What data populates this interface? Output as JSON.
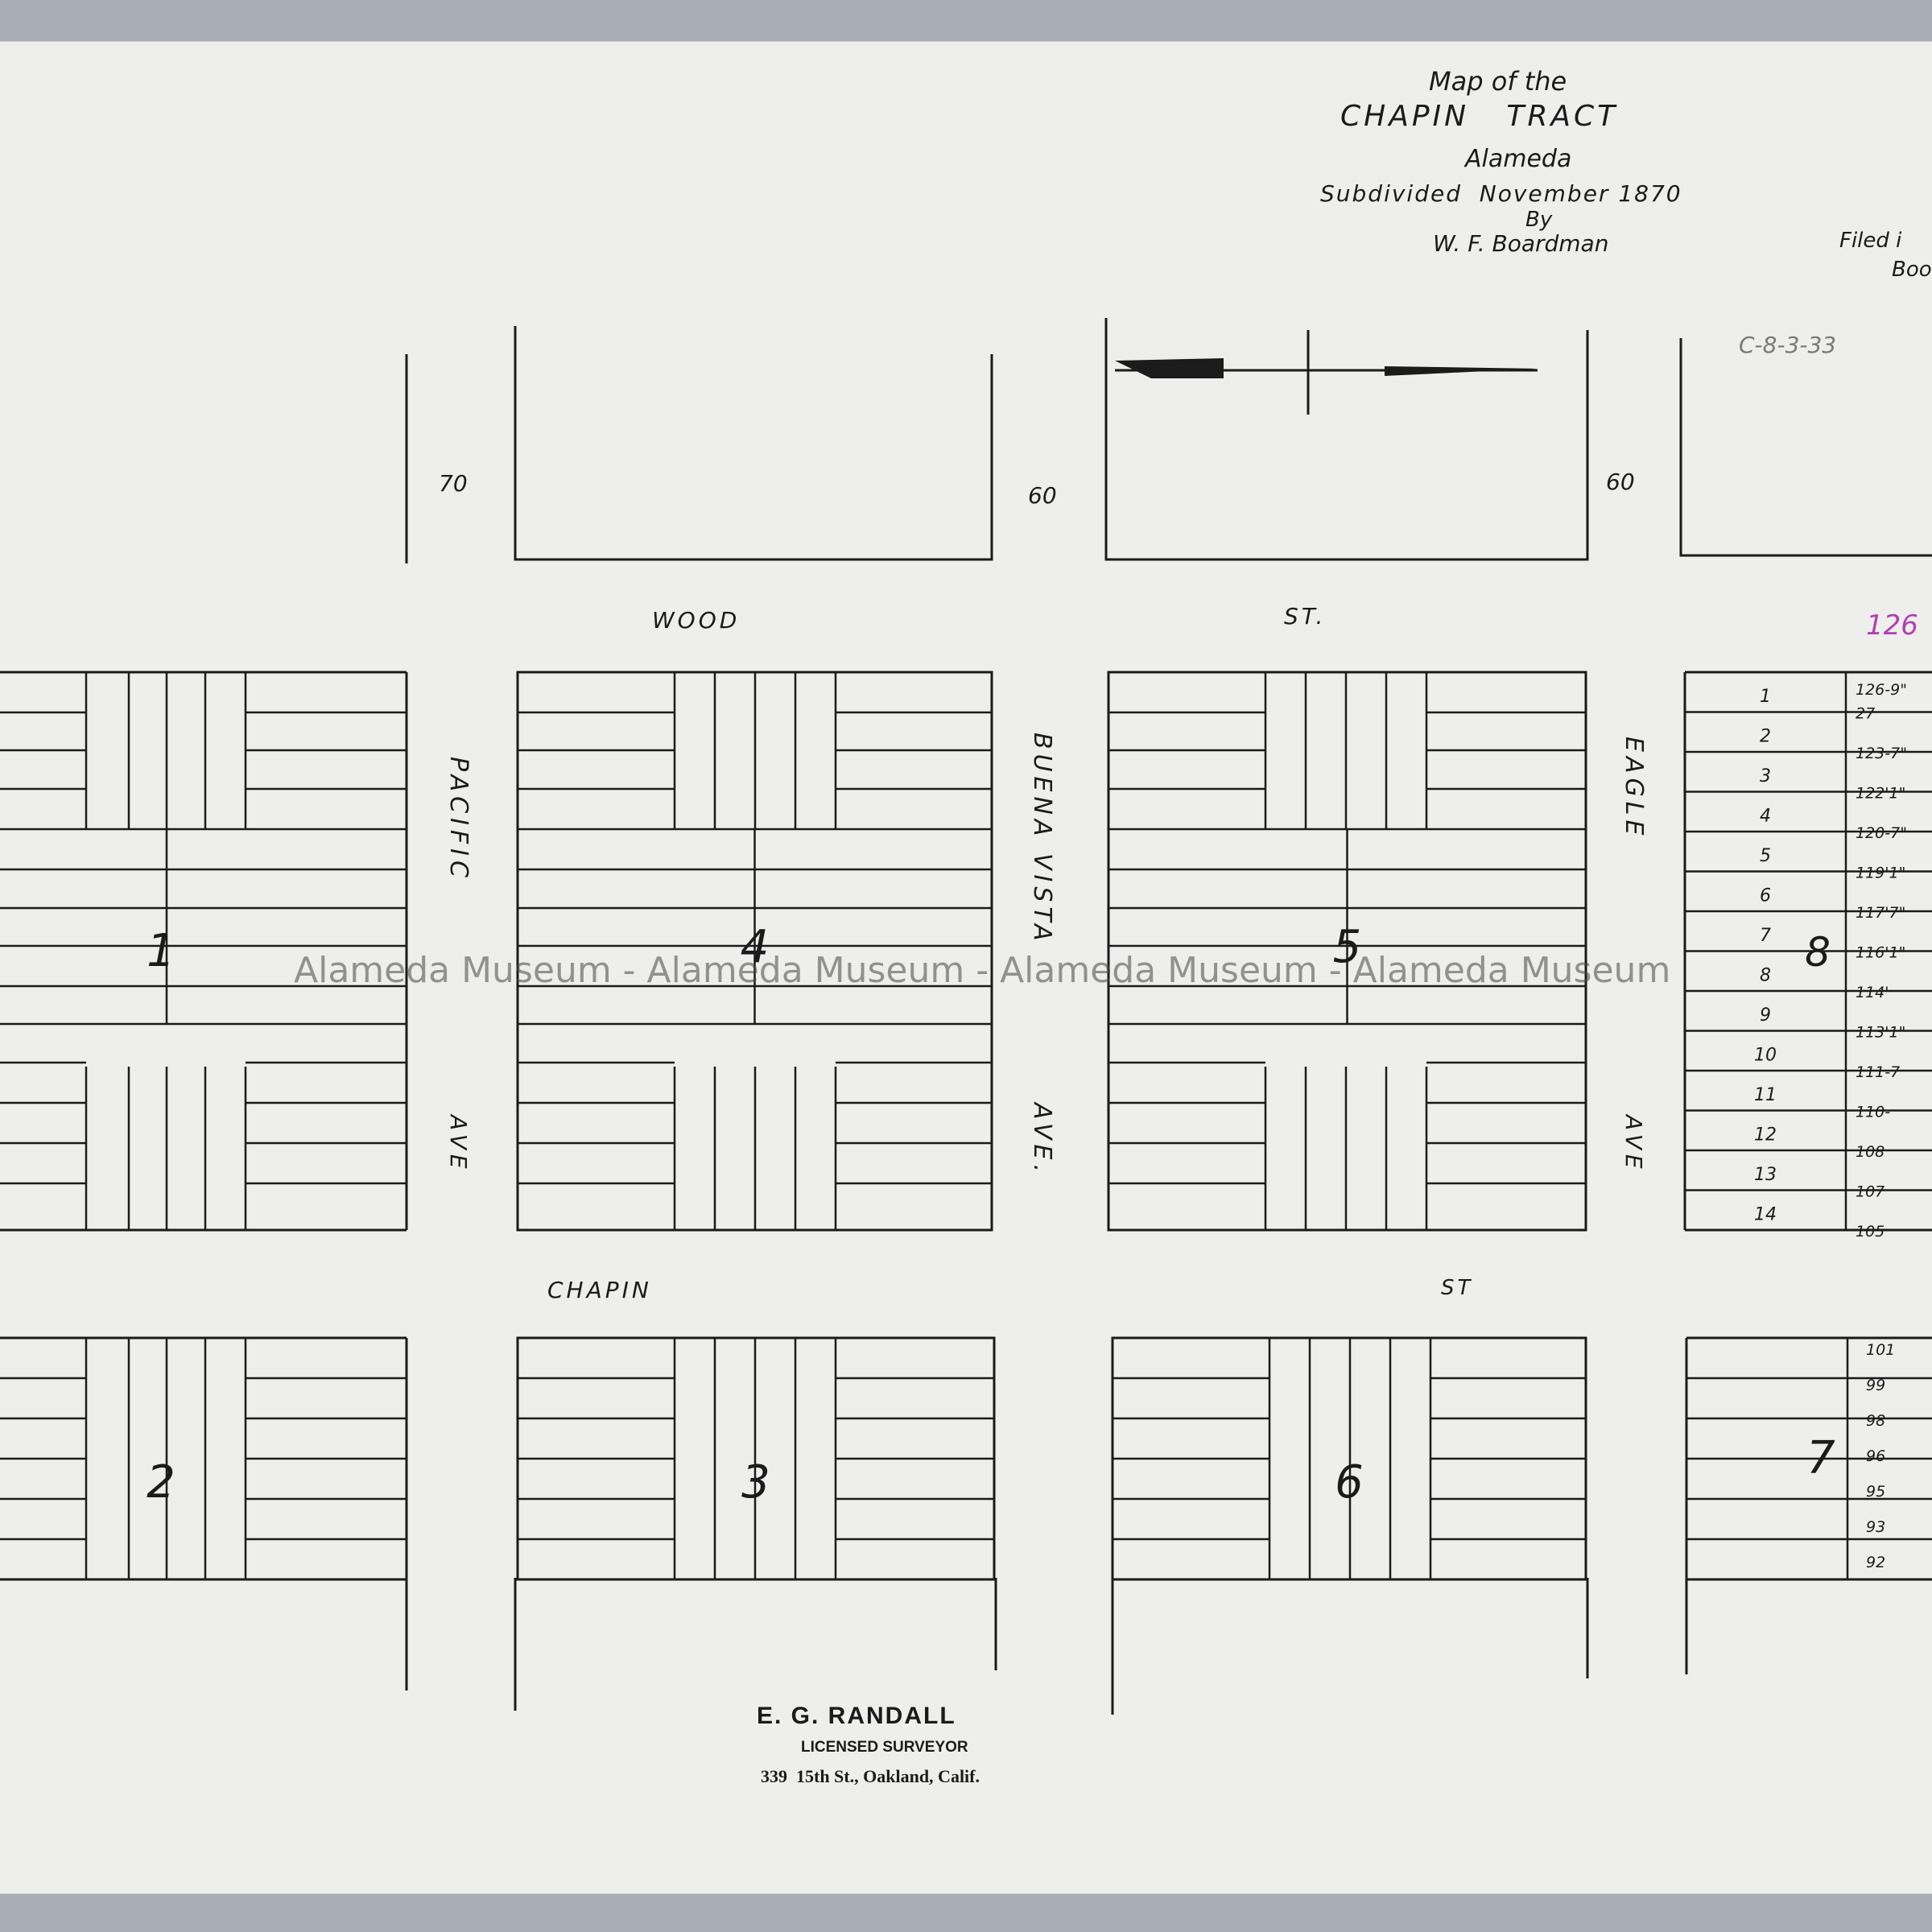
{
  "title": {
    "line1": "Map of the",
    "line2": "CHAPIN   TRACT",
    "line3": "Alameda",
    "line4": "Subdivided  November 1870",
    "line5": "By",
    "line6": "W. F. Boardman",
    "filed": "Filed i",
    "book": "Boo"
  },
  "ref_note": "C-8-3-33",
  "ref_note_color": "#7a7a7a",
  "pink_note": "126",
  "pink_color": "#b040b0",
  "street_widths": [
    "70",
    "60",
    "60"
  ],
  "streets": {
    "wood": "WOOD",
    "st": "ST.",
    "chapin": "CHAPIN",
    "chapin_st": "ST",
    "pacific": "PACIFIC",
    "pacific_ave": "AVE",
    "buena_vista": "BUENA VISTA",
    "buena_ave": "AVE.",
    "eagle": "EAGLE",
    "eagle_ave": "AVE"
  },
  "blocks": [
    "1",
    "2",
    "3",
    "4",
    "5",
    "6",
    "7",
    "8"
  ],
  "block8_lots": [
    "1",
    "2",
    "3",
    "4",
    "5",
    "6",
    "7",
    "8",
    "9",
    "10",
    "11",
    "12",
    "13",
    "14"
  ],
  "block8_depths": [
    "126-9\"",
    "27",
    "123-7\"",
    "122'1\"",
    "120-7\"",
    "119'1\"",
    "117'7\"",
    "116'1\"",
    "114'",
    "113'1\"",
    "111-7",
    "110-",
    "108",
    "107",
    "105"
  ],
  "block7_depths": [
    "101",
    "99",
    "98",
    "96",
    "95",
    "93",
    "92"
  ],
  "surveyor": {
    "name": "E. G. RANDALL",
    "title": "LICENSED SURVEYOR",
    "address": "339  15th St., Oakland, Calif."
  },
  "watermark": "Alameda Museum - Alameda Museum - Alameda Museum - Alameda Museum"
}
